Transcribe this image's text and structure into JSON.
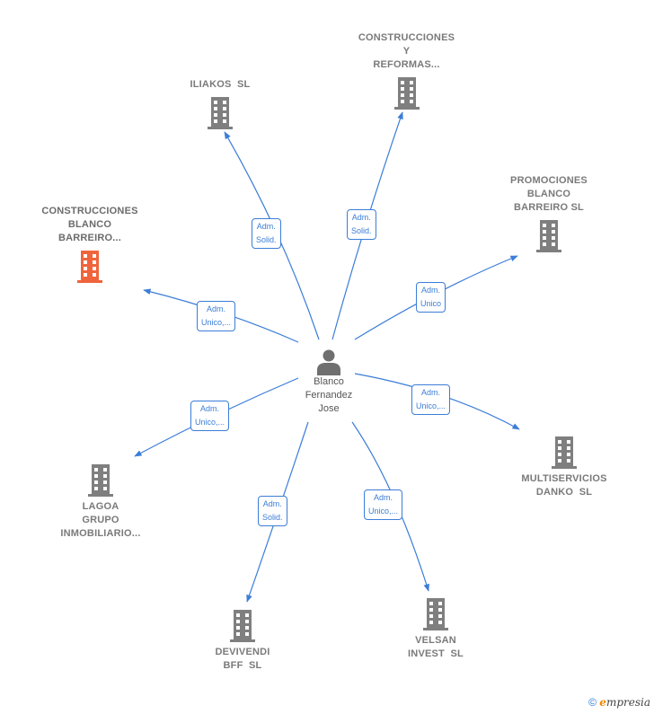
{
  "center": {
    "name": "Blanco\nFernandez\nJose",
    "icon": "person-icon"
  },
  "companies": [
    {
      "id": "iliakos",
      "label": "ILIAKOS  SL",
      "icon": "building-icon",
      "highlight": false
    },
    {
      "id": "construcciones-y-reformas",
      "label": "CONSTRUCCIONES\nY\nREFORMAS...",
      "icon": "building-icon",
      "highlight": false
    },
    {
      "id": "promociones-blanco",
      "label": "PROMOCIONES\nBLANCO\nBARREIRO SL",
      "icon": "building-icon",
      "highlight": false
    },
    {
      "id": "construcciones-blanco",
      "label": "CONSTRUCCIONES\nBLANCO\nBARREIRO...",
      "icon": "building-icon",
      "highlight": true
    },
    {
      "id": "multiservicios",
      "label": "MULTISERVICIOS\nDANKO  SL",
      "icon": "building-icon",
      "highlight": false
    },
    {
      "id": "lagoa",
      "label": "LAGOA\nGRUPO\nINMOBILIARIO...",
      "icon": "building-icon",
      "highlight": false
    },
    {
      "id": "devivendi",
      "label": "DEVIVENDI\nBFF  SL",
      "icon": "building-icon",
      "highlight": false
    },
    {
      "id": "velsan",
      "label": "VELSAN\nINVEST  SL",
      "icon": "building-icon",
      "highlight": false
    }
  ],
  "relations": [
    {
      "to": "iliakos",
      "label": "Adm.\nSolid."
    },
    {
      "to": "construcciones-y-reformas",
      "label": "Adm.\nSolid."
    },
    {
      "to": "promociones-blanco",
      "label": "Adm.\nUnico"
    },
    {
      "to": "construcciones-blanco",
      "label": "Adm.\nUnico,..."
    },
    {
      "to": "multiservicios",
      "label": "Adm.\nUnico,..."
    },
    {
      "to": "lagoa",
      "label": "Adm.\nUnico,..."
    },
    {
      "to": "devivendi",
      "label": "Adm.\nSolid."
    },
    {
      "to": "velsan",
      "label": "Adm.\nUnico,..."
    }
  ],
  "colors": {
    "edge": "#3b7dd8",
    "building": "#7f7f7f",
    "highlight": "#f0643c",
    "person": "#6f6f6f"
  },
  "footer": {
    "copyright": "©",
    "brand_initial": "e",
    "brand_rest": "mpresia"
  }
}
